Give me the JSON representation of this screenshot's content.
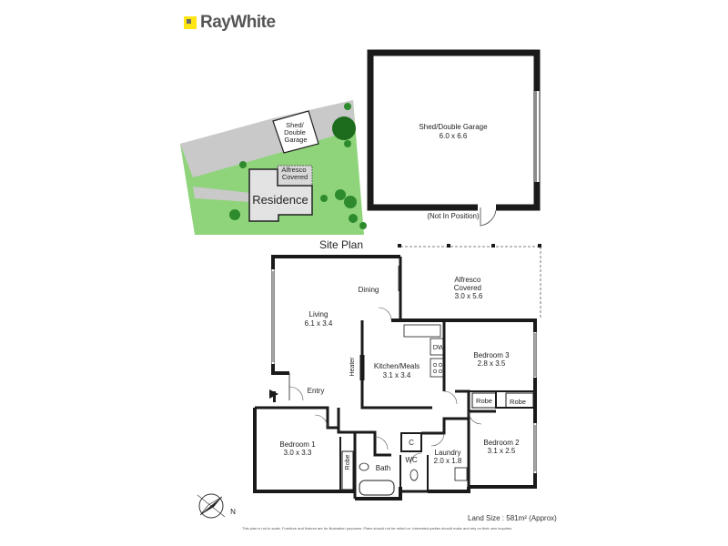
{
  "brand": {
    "name": "RayWhite"
  },
  "site_plan": {
    "title": "Site Plan",
    "shed_label": "Shed/\nDouble\nGarage",
    "alfresco_label": "Alfresco\nCovered",
    "residence_label": "Residence"
  },
  "garage": {
    "name": "Shed/Double Garage",
    "dims": "6.0 x 6.6",
    "note": "(Not In Position)"
  },
  "rooms": {
    "alfresco": {
      "name": "Alfresco\nCovered",
      "dims": "3.0 x 5.6"
    },
    "dining": {
      "name": "Dining"
    },
    "living": {
      "name": "Living",
      "dims": "6.1 x 3.4"
    },
    "kitchen": {
      "name": "Kitchen/Meals",
      "dims": "3.1 x 3.4"
    },
    "bedroom3": {
      "name": "Bedroom 3",
      "dims": "2.8 x 3.5"
    },
    "bedroom2": {
      "name": "Bedroom 2",
      "dims": "3.1 x 2.5"
    },
    "bedroom1": {
      "name": "Bedroom 1",
      "dims": "3.0 x 3.3"
    },
    "laundry": {
      "name": "Laundry",
      "dims": "2.0 x 1.8"
    },
    "entry": {
      "name": "Entry"
    },
    "heater": {
      "name": "Heater"
    },
    "dw": {
      "name": "DW"
    },
    "robe_b3": {
      "name": "Robe"
    },
    "robe_b2": {
      "name": "Robe"
    },
    "robe_b1": {
      "name": "Robe"
    },
    "bath": {
      "name": "Bath"
    },
    "wc": {
      "name": "WC"
    },
    "cupboard": {
      "name": "C"
    }
  },
  "compass": {
    "north": "N"
  },
  "land_size": "Land Size : 581m² (Approx)",
  "disclaimer": "This plan is not to scale. Furniture and fixtures are for illustration purposes. Plans should not be relied on. Interested parties should make and rely on their own inquiries.",
  "colors": {
    "wall": "#1a1a1a",
    "lawn": "#8fd47a",
    "paving": "#c9c9c9",
    "brand_yellow": "#ffe512"
  }
}
